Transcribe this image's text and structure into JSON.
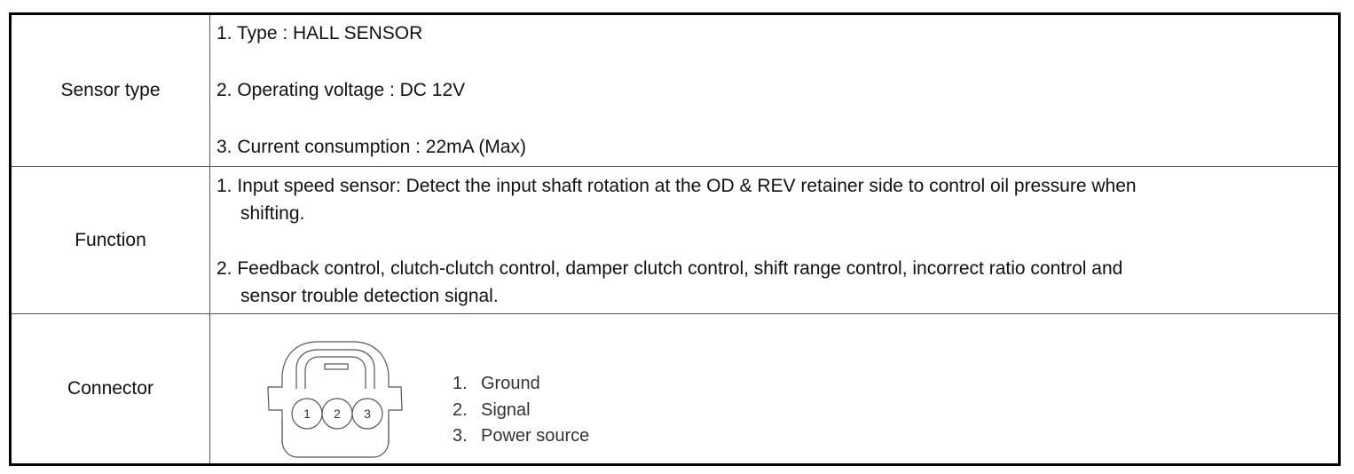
{
  "rows": {
    "sensor_type": {
      "label": "Sensor type",
      "items": [
        "1. Type : HALL SENSOR",
        "2. Operating voltage : DC 12V",
        "3. Current consumption : 22mA (Max)"
      ]
    },
    "function": {
      "label": "Function",
      "item1_line1": "1. Input speed sensor: Detect the input shaft rotation at the OD & REV retainer side to control oil pressure when",
      "item1_line2": "shifting.",
      "item2_line1": "2. Feedback control, clutch-clutch control, damper clutch control, shift range control, incorrect ratio control and",
      "item2_line2": "sensor trouble detection signal."
    },
    "connector": {
      "label": "Connector",
      "diagram_pins": [
        "1",
        "2",
        "3"
      ],
      "pins": [
        {
          "num": "1.",
          "name": "Ground"
        },
        {
          "num": "2.",
          "name": "Signal"
        },
        {
          "num": "3.",
          "name": "Power source"
        }
      ]
    }
  }
}
